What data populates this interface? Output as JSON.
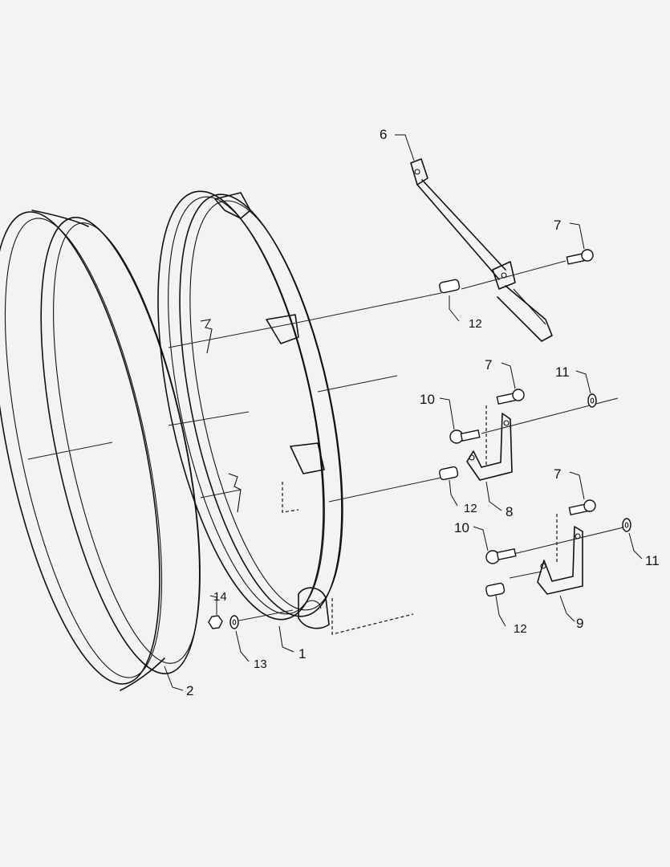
{
  "callouts": {
    "c1": "1",
    "c2": "2",
    "c6": "6",
    "c7a": "7",
    "c7b": "7",
    "c7c": "7",
    "c8": "8",
    "c9": "9",
    "c10a": "10",
    "c10b": "10",
    "c11a": "11",
    "c11b": "11",
    "c12a": "12",
    "c12b": "12",
    "c12c": "12",
    "c13": "13",
    "c14": "14"
  },
  "colors": {
    "ink": "#111111",
    "paper": "#f3f3f2"
  }
}
